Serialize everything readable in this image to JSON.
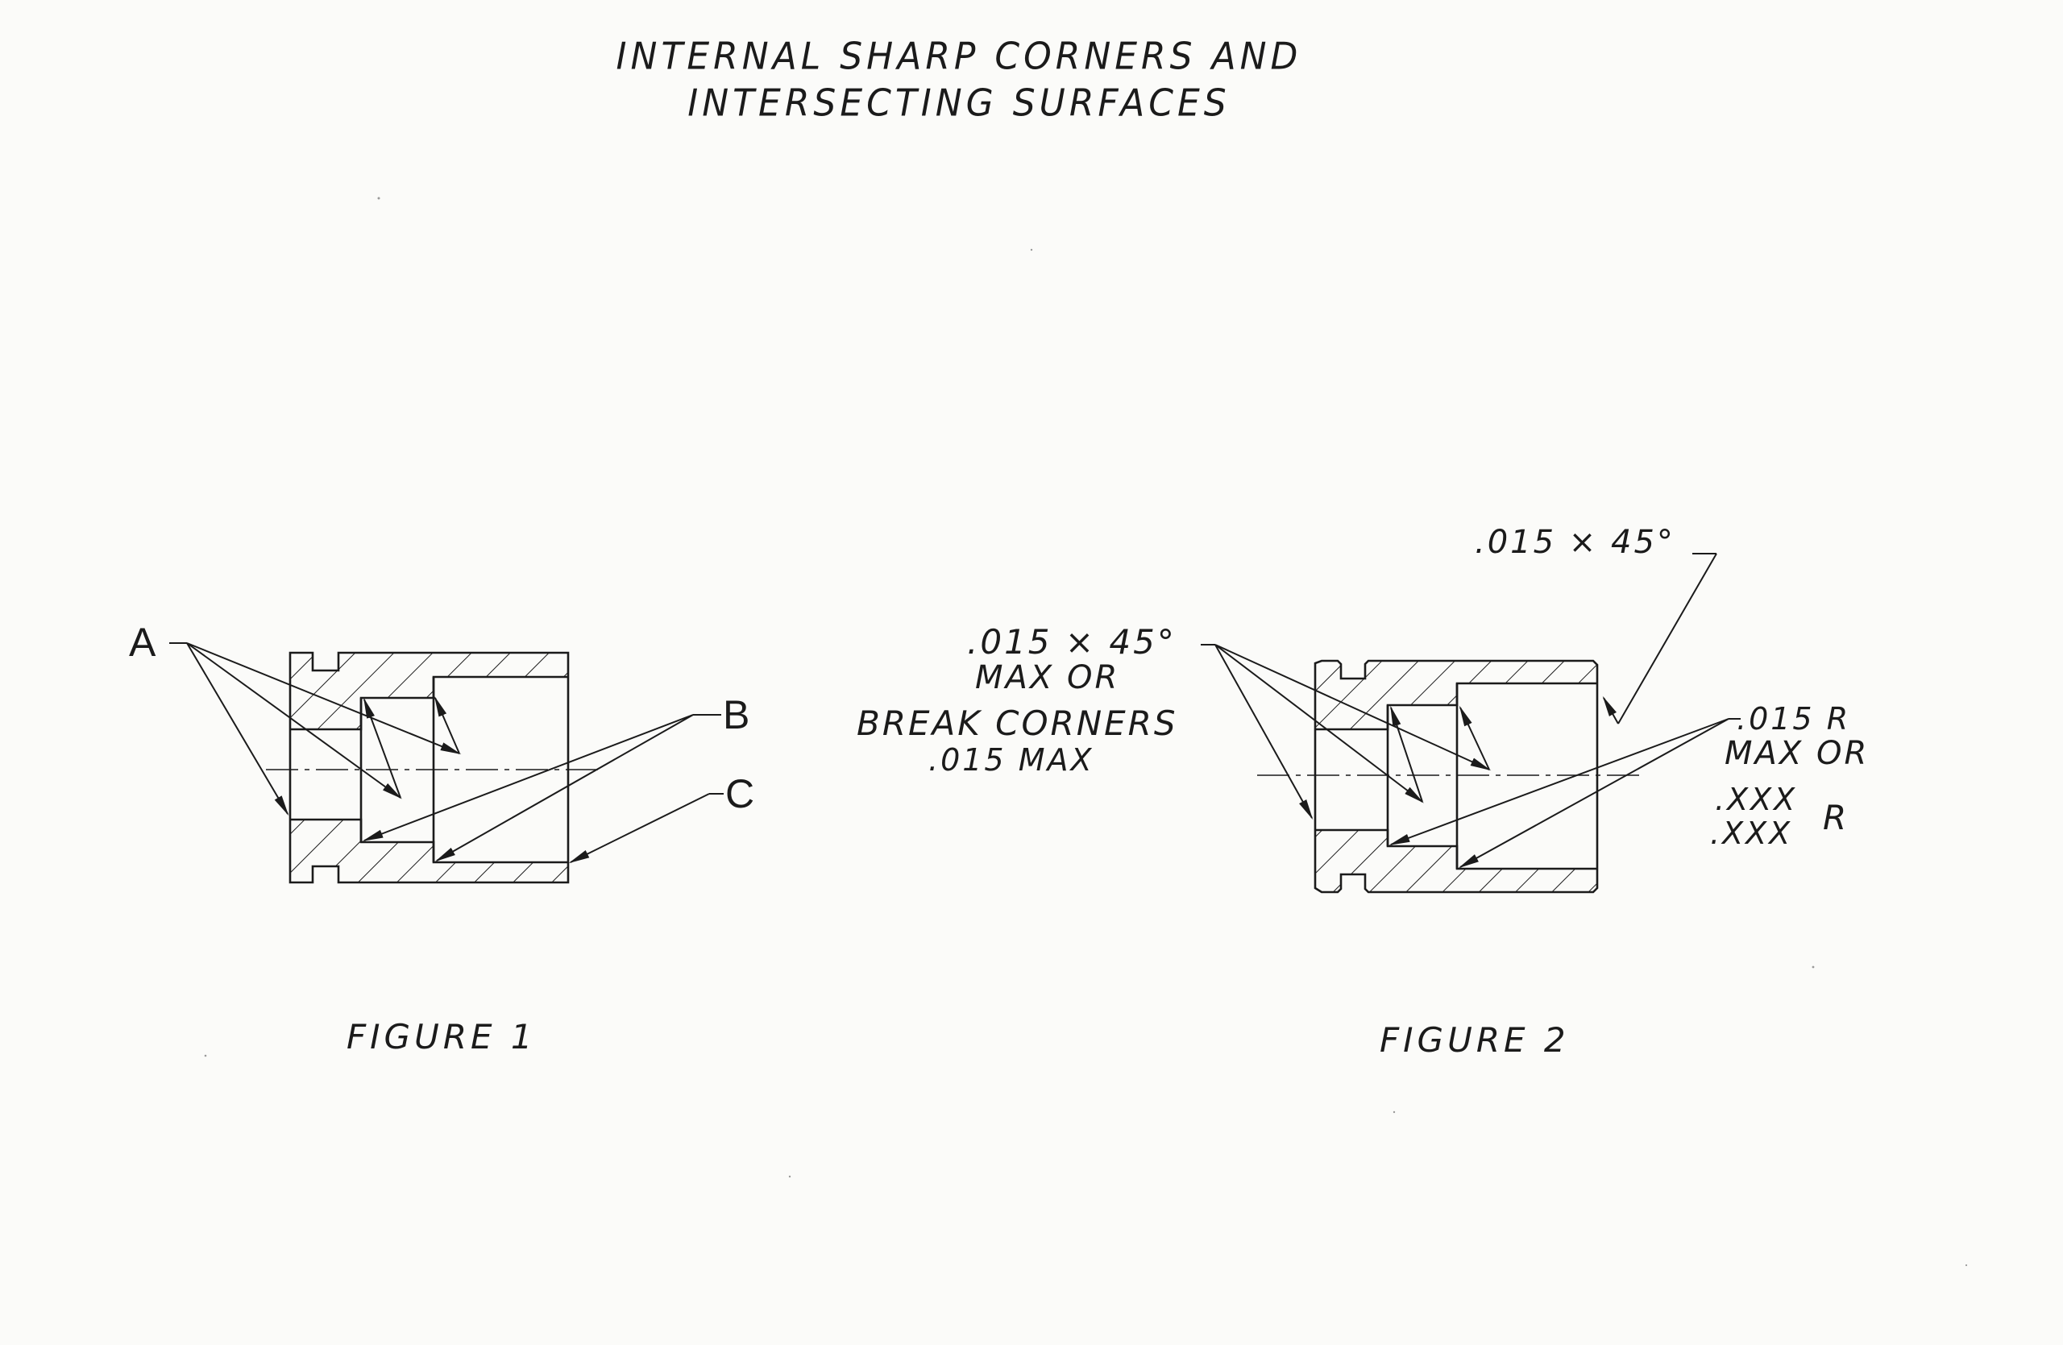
{
  "title": {
    "line1": "INTERNAL SHARP CORNERS AND",
    "line2": "INTERSECTING SURFACES"
  },
  "figure1": {
    "caption": "FIGURE 1",
    "callouts": {
      "a": "A",
      "b": "B",
      "c": "C"
    }
  },
  "figure2": {
    "caption": "FIGURE 2",
    "notes": {
      "top_chamfer": ".015 × 45°",
      "left_chamfer": ".015 × 45°",
      "left_max_or": "MAX OR",
      "left_break": "BREAK CORNERS",
      "left_max": ".015 MAX",
      "right_radius": ".015 R",
      "right_max_or": "MAX OR",
      "right_xxx1": ".XXX",
      "right_xxx2": ".XXX",
      "right_r": "R"
    }
  },
  "colors": {
    "ink": "#1b1b1b",
    "paper": "#fbfbf9"
  }
}
